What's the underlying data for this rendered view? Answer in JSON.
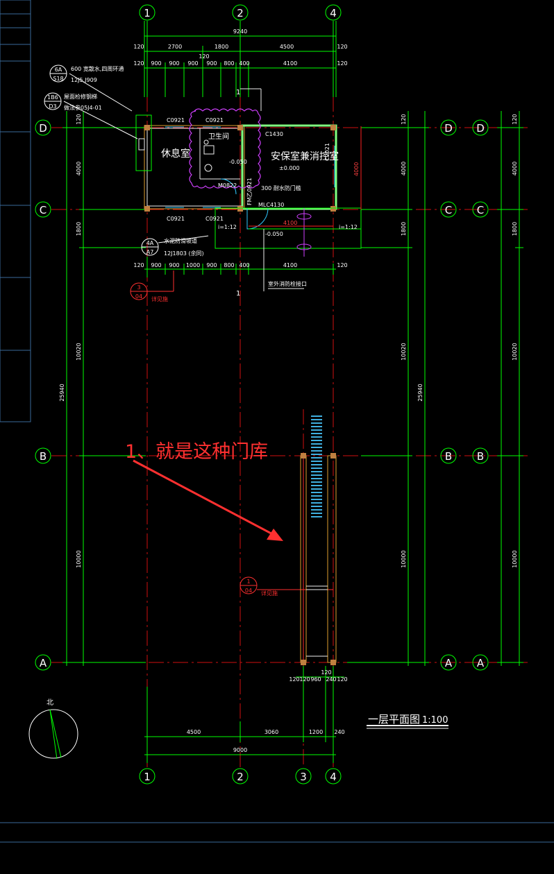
{
  "annotation": {
    "text": "1、就是这种门库",
    "color": "#ff3030"
  },
  "axes_top": [
    "1",
    "2",
    "4"
  ],
  "axes_bottom": [
    "1",
    "2",
    "3",
    "4"
  ],
  "axes_left": [
    "D",
    "C",
    "B",
    "A"
  ],
  "axes_right_1": [
    "D",
    "C",
    "B",
    "A"
  ],
  "axes_right_2": [
    "D",
    "C",
    "B",
    "A"
  ],
  "dims_top": {
    "total": "9240",
    "row1": [
      "120",
      "2700",
      "1800",
      "4500",
      "120"
    ],
    "row1_small": "120",
    "row2": [
      "120",
      "900",
      "900",
      "900",
      "900",
      "800",
      "400",
      "4100",
      "120"
    ]
  },
  "dims_mid": {
    "row": [
      "120",
      "900",
      "900",
      "1000",
      "900",
      "800",
      "400",
      "4100",
      "120"
    ]
  },
  "dims_bottom": {
    "small": [
      "120",
      "120",
      "960",
      "240",
      "120"
    ],
    "small_top": "120",
    "row": [
      "4500",
      "3060",
      "1200",
      "240"
    ],
    "total": "9000"
  },
  "dims_left": {
    "total": "25940",
    "segments": [
      "120",
      "4000",
      "1800",
      "10020",
      "10000"
    ]
  },
  "dims_right_1": {
    "total": "25940",
    "segments": [
      "120",
      "4000",
      "1800",
      "10020",
      "10000"
    ]
  },
  "dims_right_2": {
    "segments": [
      "120",
      "4000",
      "1800",
      "10020",
      "10000"
    ]
  },
  "rooms": {
    "rest": "休息室",
    "toilet": "卫生间",
    "security": "安保室兼消控室",
    "level": "±0.000",
    "level_toilet": "-0.050",
    "level_outside": "-0.050"
  },
  "labels": {
    "win1": "C0921",
    "win2": "C0921",
    "win3": "C0921",
    "win4": "C0921",
    "c1430": "C1430",
    "c2021": "C2021",
    "door_m0822": "M0822",
    "door_m2": "FM乙0921",
    "mlc": "MLC4130",
    "fire_door": "300  耐水防门槛",
    "slope1": "i=1:12",
    "slope2": "i=1:12",
    "dim_4100": "4100",
    "dim_4000": "4000",
    "mark_1_top": "1",
    "mark_1_mid": "1",
    "fire_hydrant": "室外消防栓接口",
    "water_note": "水泥防滑坡道",
    "water_note2": "12J1803  (余同)",
    "note1_a": "600  宽散水,四周环通",
    "note1_b": "12J5,J909",
    "note2_a": "屋面检修钢梯",
    "note2_b": "做法参05J4-01",
    "callout1_top": "6A",
    "callout1_bot": "S18",
    "callout2_top": "1B6",
    "callout2_bot": "D3",
    "callout3_top": "4A",
    "callout3_bot": "A7",
    "sec3_top": "3",
    "sec3_bot": "04",
    "sec3_text": "详见施",
    "sec1_top": "1",
    "sec1_bot": "04",
    "sec1_text": "详见施"
  },
  "plan_title": "一层平面图",
  "plan_scale": "1:100",
  "north": "北"
}
